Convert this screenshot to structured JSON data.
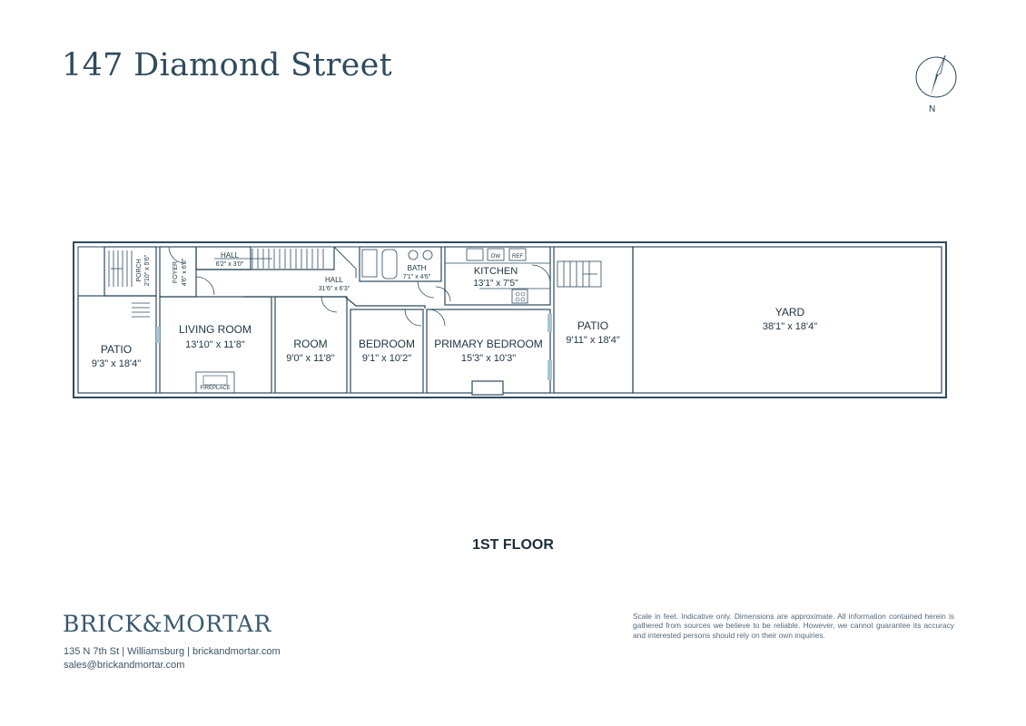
{
  "header": {
    "title": "147 Diamond Street"
  },
  "compass": {
    "north_label": "N"
  },
  "floor": {
    "label": "1ST FLOOR",
    "rooms": [
      {
        "name": "PATIO",
        "dims": "9'3\" x 18'4\""
      },
      {
        "name": "PORCH",
        "dims": "2'10\" x 5'6\""
      },
      {
        "name": "FOYER",
        "dims": "4'6\" x 6'0\""
      },
      {
        "name": "HALL",
        "dims": "6'2\" x 3'0\""
      },
      {
        "name": "HALL",
        "dims": "31'6\" x 6'3\""
      },
      {
        "name": "BATH",
        "dims": "7'1\" x 4'6\""
      },
      {
        "name": "KITCHEN",
        "dims": "13'1\" x 7'5\""
      },
      {
        "name": "LIVING ROOM",
        "dims": "13'10\" x 11'8\""
      },
      {
        "name": "ROOM",
        "dims": "9'0\" x 11'8\""
      },
      {
        "name": "BEDROOM",
        "dims": "9'1\" x 10'2\""
      },
      {
        "name": "PRIMARY BEDROOM",
        "dims": "15'3\" x 10'3\""
      },
      {
        "name": "PATIO",
        "dims": "9'11\" x 18'4\""
      },
      {
        "name": "YARD",
        "dims": "38'1\" x 18'4\""
      }
    ],
    "fixtures": {
      "fireplace": "FIREPLACE",
      "dishwasher": "DW",
      "refrigerator": "REF"
    }
  },
  "footer": {
    "brand": "BRICK&MORTAR",
    "address": "135 N 7th St | Williamsburg | brickandmortar.com",
    "email": "sales@brickandmortar.com",
    "disclaimer": "Scale in feet. Indicative only. Dimensions are approximate. All information contained herein is gathered from sources we believe to be reliable. However, we cannot guarantee its accuracy and interested persons should rely on their own inquiries."
  },
  "colors": {
    "wall": "#2d4a5e",
    "text": "#1e3442",
    "window": "#a8c4d4"
  }
}
